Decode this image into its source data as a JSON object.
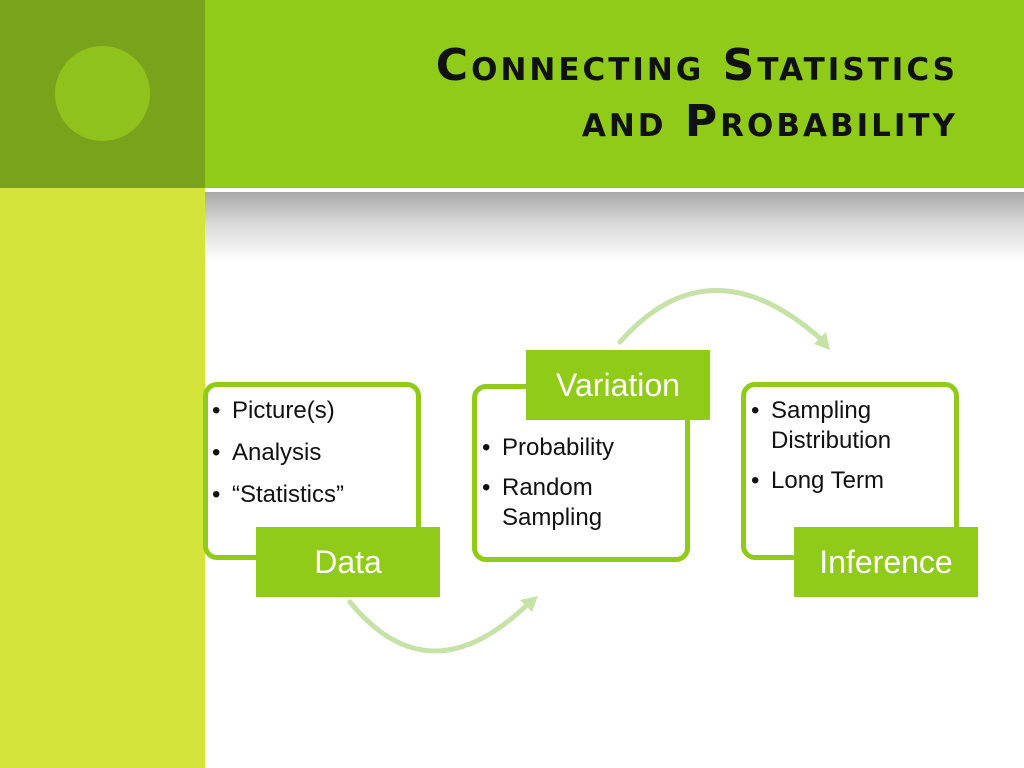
{
  "slide": {
    "title_line1": "Connecting Statistics",
    "title_line2": "and Probability"
  },
  "diagram": {
    "nodes": [
      {
        "label": "Data",
        "bullets": [
          "Picture(s)",
          "Analysis",
          "“Statistics”"
        ]
      },
      {
        "label": "Variation",
        "bullets": [
          "Probability",
          "Random Sampling"
        ]
      },
      {
        "label": "Inference",
        "bullets": [
          "Sampling Distribution",
          "Long Term"
        ]
      }
    ]
  },
  "colors": {
    "accent_green": "#8fcb18",
    "dark_green": "#7aa31c",
    "light_green_band": "#d5e43a",
    "arrow_green": "#c6e2a6"
  }
}
